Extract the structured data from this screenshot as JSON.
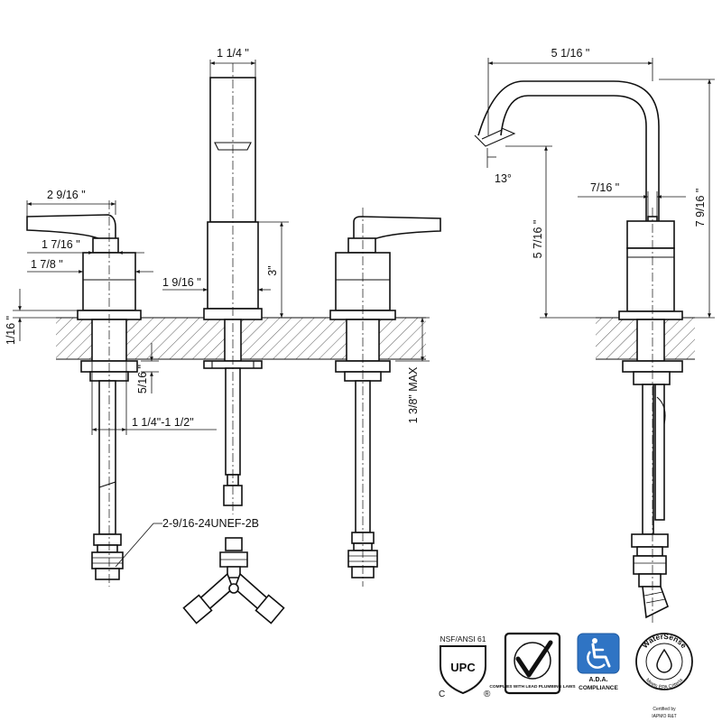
{
  "dimensions": {
    "spout_width": "1 1/4 \"",
    "spout_reach": "5 1/16 \"",
    "total_height": "7 9/16 \"",
    "spout_height": "5 7/16 \"",
    "aerator_angle": "13°",
    "spout_neck": "7/16 \"",
    "handle_length": "2 9/16 \"",
    "handle_body_upper": "1 7/16 \"",
    "handle_body_lower": "1 7/8 \"",
    "base_width": "1 9/16 \"",
    "base_height": "3\"",
    "base_thickness": "1/16 \"",
    "shank_length": "5/16 \"",
    "deck_thickness": "1 3/8\" MAX",
    "hole_diameter": "1 1/4\"-1 1/2\"",
    "connector_thread": "2-9/16-24UNEF-2B"
  },
  "certifications": {
    "upc": {
      "top_label": "NSF/ANSI 61",
      "letters": "UPC",
      "c_mark": "C",
      "r_mark": "®"
    },
    "lead_free": {
      "text": "COMPLIES WITH LEAD PLUMBING LAWS"
    },
    "ada": {
      "line1": "A.D.A.",
      "line2": "COMPLIANCE"
    },
    "watersense": {
      "ring_text": "WaterSense",
      "ring_bottom": "Meets EPA Criteria",
      "certified": "Certified by",
      "cert_id": "IAPMO R&T"
    }
  },
  "icons": [
    "upc-icon",
    "checkmark-icon",
    "wheelchair-icon",
    "watersense-drop-icon"
  ]
}
